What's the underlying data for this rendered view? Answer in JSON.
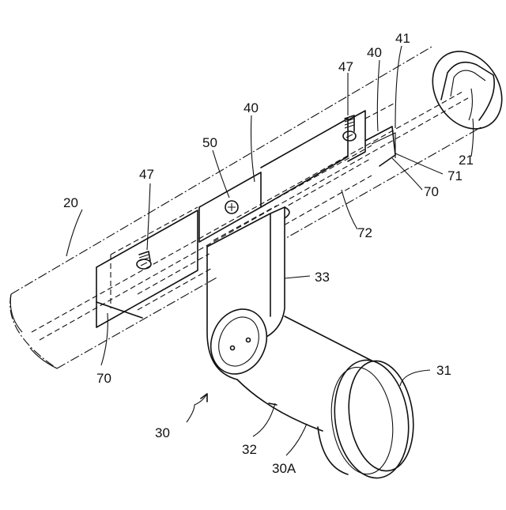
{
  "labels": {
    "rail": "20",
    "rail_inner": "21",
    "bracket": "30",
    "bracket_end": "30A",
    "base_plate": "31",
    "arm": "32",
    "arm_upper": "33",
    "clip_center": "40",
    "clip_right": "40",
    "clip_tab": "41",
    "screw_left": "47",
    "screw_right": "47",
    "screw_center": "50",
    "holder_left": "70",
    "holder_right": "70",
    "holder_tab": "71",
    "holder_body": "72"
  }
}
